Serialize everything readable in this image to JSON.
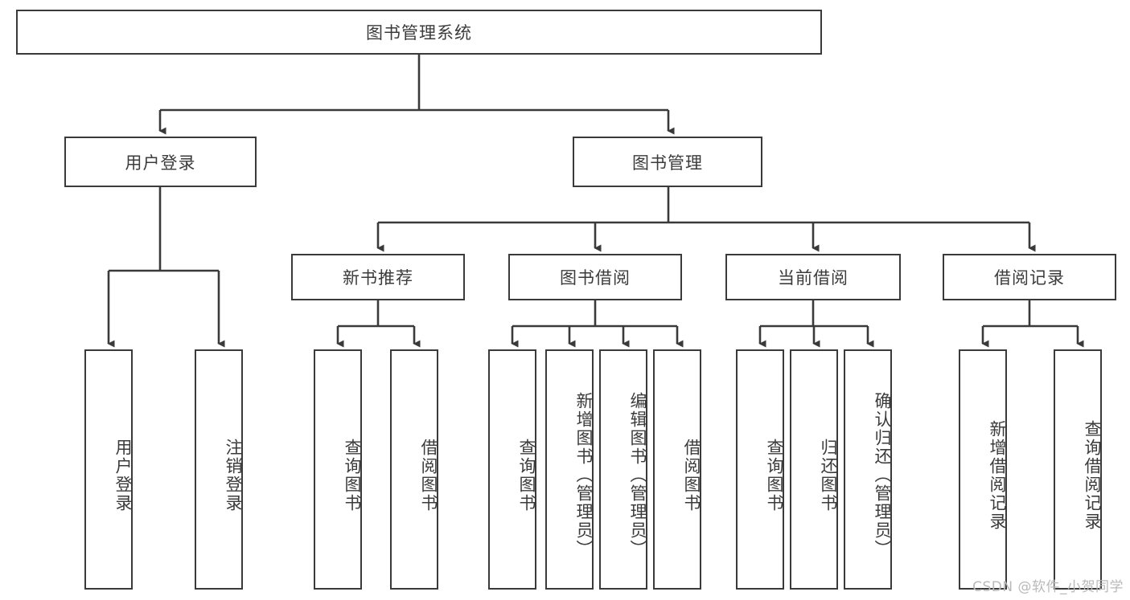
{
  "diagram": {
    "title_node": {
      "label": "图书管理系统"
    },
    "level2": [
      {
        "id": "user-login",
        "label": "用户登录"
      },
      {
        "id": "book-management",
        "label": "图书管理"
      }
    ],
    "level3": [
      {
        "id": "new-book-recommend",
        "label": "新书推荐"
      },
      {
        "id": "book-borrow",
        "label": "图书借阅"
      },
      {
        "id": "current-borrow",
        "label": "当前借阅"
      },
      {
        "id": "borrow-record",
        "label": "借阅记录"
      }
    ],
    "leaves": {
      "user_login": [
        {
          "id": "leaf-user-login",
          "label": "用户登录"
        },
        {
          "id": "leaf-logout-login",
          "label": "注销登录"
        }
      ],
      "new_book_recommend": [
        {
          "id": "leaf-query-book-1",
          "label": "查询图书"
        },
        {
          "id": "leaf-borrow-book-1",
          "label": "借阅图书"
        }
      ],
      "book_borrow": [
        {
          "id": "leaf-query-book-2",
          "label": "查询图书"
        },
        {
          "id": "leaf-add-book",
          "label": "新增图书（管理员）"
        },
        {
          "id": "leaf-edit-book",
          "label": "编辑图书（管理员）"
        },
        {
          "id": "leaf-borrow-book-2",
          "label": "借阅图书"
        }
      ],
      "current_borrow": [
        {
          "id": "leaf-query-book-3",
          "label": "查询图书"
        },
        {
          "id": "leaf-return-book",
          "label": "归还图书"
        },
        {
          "id": "leaf-confirm-return",
          "label": "确认归还（管理员）"
        }
      ],
      "borrow_record": [
        {
          "id": "leaf-add-record",
          "label": "新增借阅记录"
        },
        {
          "id": "leaf-query-record",
          "label": "查询借阅记录"
        }
      ]
    }
  },
  "watermark": {
    "text": "CSDN @软件_小贺同学"
  },
  "colors": {
    "border": "#3a3a3a",
    "text": "#3b3b3b",
    "background": "#ffffff",
    "watermark": "#b9b9b9"
  }
}
